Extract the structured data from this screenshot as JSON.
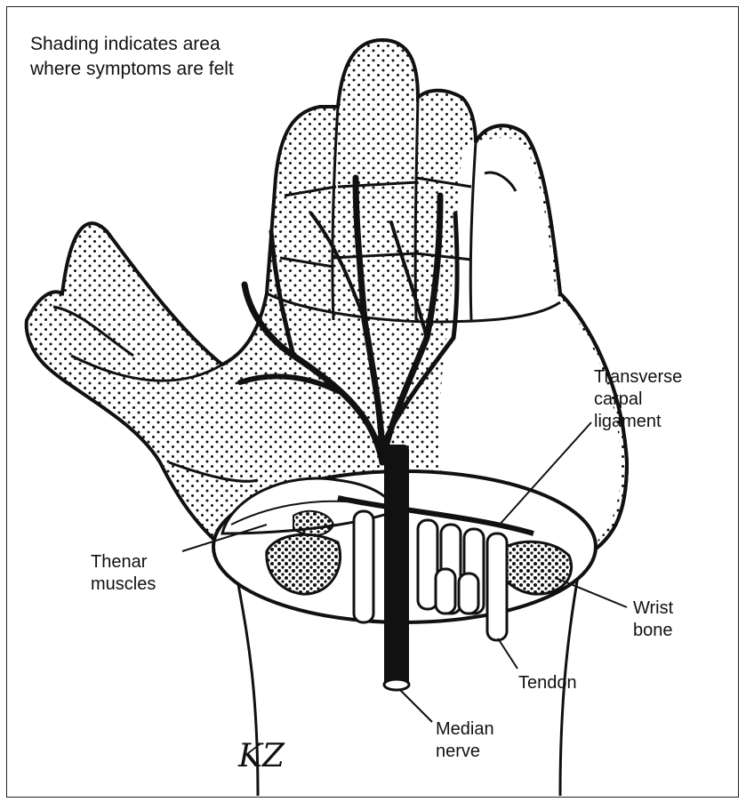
{
  "caption": {
    "line1": "Shading indicates area",
    "line2": "where symptoms are felt"
  },
  "labels": {
    "transverse_carpal_ligament": [
      "Transverse",
      "carpal",
      "ligament"
    ],
    "thenar_muscles": [
      "Thenar",
      "muscles"
    ],
    "wrist_bone": [
      "Wrist",
      "bone"
    ],
    "tendon": [
      "Tendon"
    ],
    "median_nerve": [
      "Median",
      "nerve"
    ]
  },
  "signature": "KZ",
  "colors": {
    "ink": "#111111",
    "paper": "#ffffff"
  }
}
